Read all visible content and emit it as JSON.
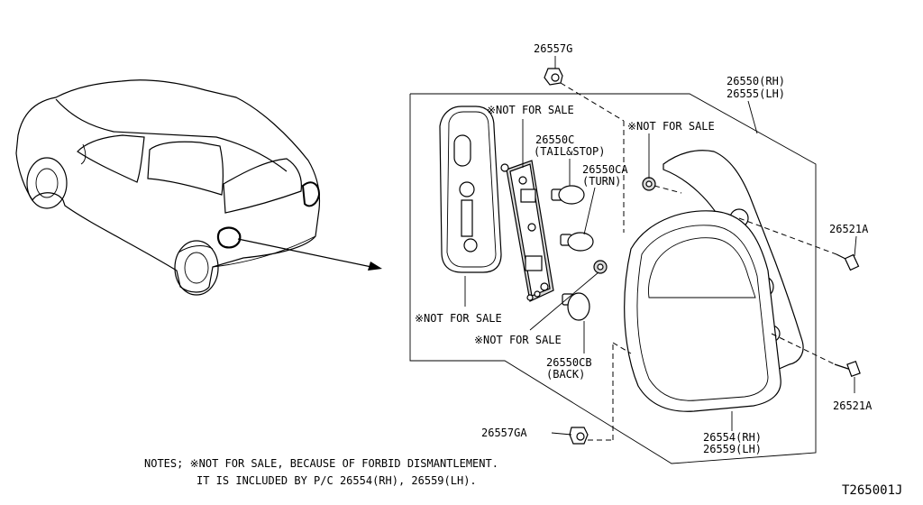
{
  "labels": {
    "p26557g": "26557G",
    "p26550_rh": "26550(RH)",
    "p26555_lh": "26555(LH)",
    "nfs_top": "※NOT FOR SALE",
    "nfs_right": "※NOT FOR SALE",
    "p26550c": "26550C",
    "p26550c_desc": "(TAIL&STOP)",
    "p26550ca": "26550CA",
    "p26550ca_desc": "(TURN)",
    "p26521a_top": "26521A",
    "nfs_left": "※NOT FOR SALE",
    "nfs_mid": "※NOT FOR SALE",
    "p26550cb": "26550CB",
    "p26550cb_desc": "(BACK)",
    "p26521a_bottom": "26521A",
    "p26557ga": "26557GA",
    "p26554_rh": "26554(RH)",
    "p26559_lh": "26559(LH)"
  },
  "notes": {
    "line1": "NOTES; ※NOT FOR SALE, BECAUSE OF FORBID DISMANTLEMENT.",
    "line2": "IT IS INCLUDED BY P/C 26554(RH), 26559(LH)."
  },
  "diagram_code": "T265001J"
}
